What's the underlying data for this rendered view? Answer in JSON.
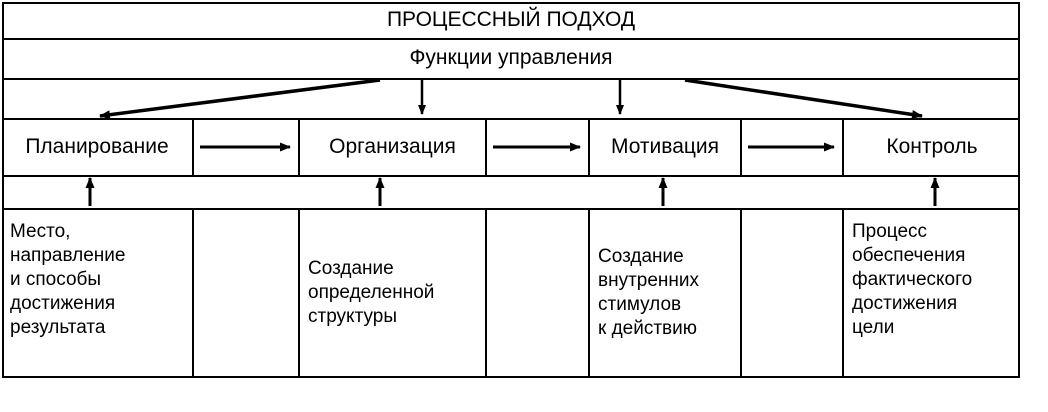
{
  "diagram": {
    "title": "ПРОЦЕССНЫЙ ПОДХОД",
    "subtitle": "Функции управления",
    "functions": [
      {
        "label": "Планирование"
      },
      {
        "label": "Организация"
      },
      {
        "label": "Мотивация"
      },
      {
        "label": "Контроль"
      }
    ],
    "descriptions": [
      {
        "text": "Место,\nнаправление\nи способы\nдостижения\nрезультата"
      },
      {
        "text": "Создание\nопределенной\nструктуры"
      },
      {
        "text": "Создание\nвнутренних\nстимулов\nк действию"
      },
      {
        "text": "Процесс\nобеспечения\nфактического\nдостижения\nцели"
      }
    ],
    "connectors": {
      "fan_out_label": "fan-out-arrows",
      "flow_label": "horizontal-flow-arrows",
      "up_label": "upward-arrows"
    },
    "colors": {
      "line": "#000000",
      "text": "#000000",
      "background": "#ffffff"
    }
  }
}
